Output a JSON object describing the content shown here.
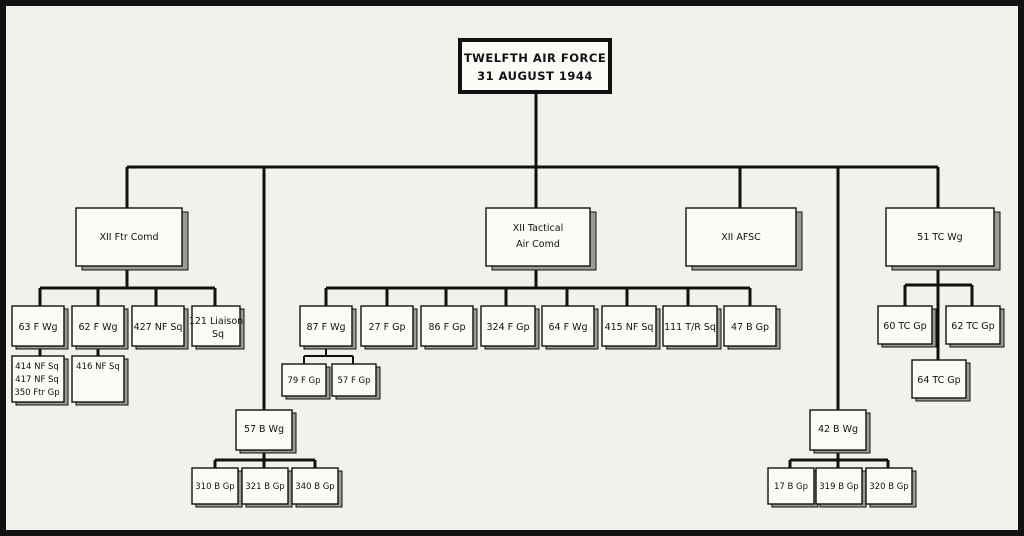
{
  "chart": {
    "title_line1": "TWELFTH AIR FORCE",
    "title_line2": "31   AUGUST 1944"
  },
  "nodes": {
    "xii_ftr": "XII  Ftr  Comd",
    "xii_tac_1": "XII Tactical",
    "xii_tac_2": "Air Comd",
    "xii_afsc": "XII  AFSC",
    "wg51tc": "51  TC  Wg",
    "wg63f": "63  F  Wg",
    "wg62f": "62  F  Wg",
    "sq427nf": "427  NF  Sq",
    "liaison_1": "121 Liaison",
    "liaison_2": "Sq",
    "sq414_1": "414  NF Sq",
    "sq414_2": "417  NF Sq",
    "sq414_3": "350 Ftr Gp",
    "sq416nf": "416  NF  Sq",
    "wg57b": "57  B  Wg",
    "gp310b": "310  B  Gp",
    "gp321b": "321  B  Gp",
    "gp340b": "340  B Gp",
    "wg87f": "87  F  Wg",
    "gp27f": "27  F  Gp",
    "gp86f": "86  F  Gp",
    "gp324f": "324  F  Gp",
    "wg64f": "64  F  Wg",
    "sq415nf": "415  NF  Sq",
    "sq111tr": "111  T/R  Sq",
    "gp47b": "47  B  Gp",
    "gp79f": "79  F  Gp",
    "gp57f": "57  F  Gp",
    "wg42b": "42  B  Wg",
    "gp17b": "17  B  Gp",
    "gp319b": "319  B  Gp",
    "gp320b": "320  B  Gp",
    "gp60tc": "60  TC  Gp",
    "gp62tc": "62  TC  Gp",
    "gp64tc": "64  TC  Gp"
  }
}
